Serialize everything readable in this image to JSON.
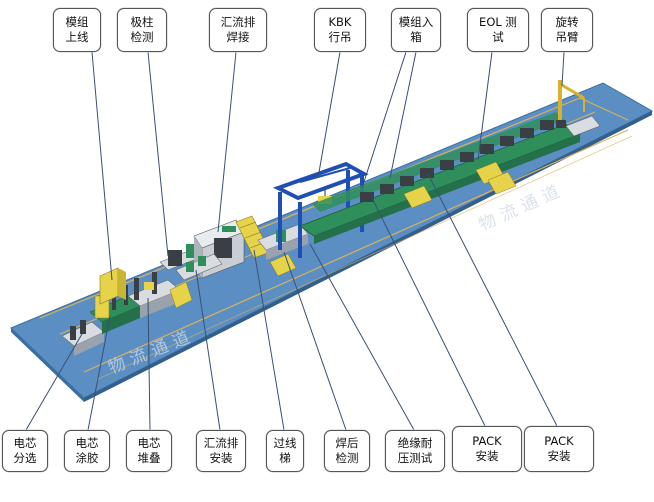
{
  "callouts": {
    "dianxin_fenxuan": "电芯\n分选",
    "dianxin_tujiao": "电芯\n涂胶",
    "dianxin_duidie": "电芯\n堆叠",
    "huiliupai_anzhuang": "汇流排\n安装",
    "guoxianti": "过线\n梯",
    "hanhou_jiance": "焊后\n检测",
    "jueyuan_naiya": "绝缘耐\n压测试",
    "pack_anzhuang_1": "PACK\n安装",
    "pack_anzhuang_2": "PACK\n安装",
    "mozu_shangxian": "模组\n上线",
    "jizhu_jiance": "极柱\n检测",
    "huiliupai_hanjie": "汇流排\n焊接",
    "kbk_xingdiao": "KBK\n行吊",
    "mozu_ruxiang": "模组入\n箱",
    "eol_ceshi": "EOL 测\n试",
    "xuanzhuan_diaobi": "旋转\n吊臂"
  },
  "floor_labels": {
    "wuliu_tongdao_front": "物流通道",
    "wuliu_tongdao_back": "物流通道"
  },
  "colors": {
    "floor": "#5b8fc4",
    "floor_lane": "#6e9fd0",
    "lane_line": "#d8b25a",
    "gantry": "#1f4fb5",
    "machine_green": "#2f8f5b",
    "machine_yellow": "#e6d34a",
    "machine_dark": "#3a3f46",
    "machine_light": "#d9dde2",
    "leader": "#3a4f74"
  }
}
